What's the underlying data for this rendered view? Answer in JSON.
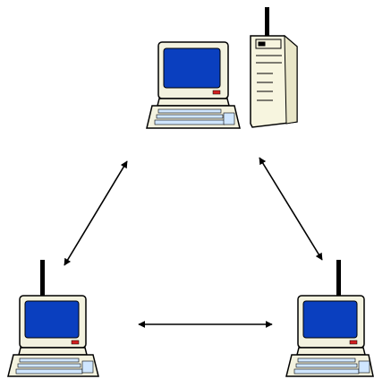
{
  "colors": {
    "background": "#ffffff",
    "screen_blue": "#0a3fbf",
    "monitor_body": "#f3f2df",
    "keyboard_body": "#f3f2df",
    "keycap_fill": "#cfe6ff",
    "outline": "#000000",
    "power_led": "#d32020",
    "tower_body": "#f7f5df"
  },
  "nodes": [
    {
      "id": "top-workstation",
      "type": "computer",
      "icon": "desktop-computer-icon"
    },
    {
      "id": "server-tower",
      "type": "server",
      "icon": "server-tower-icon"
    },
    {
      "id": "bottom-left-workstation",
      "type": "computer",
      "icon": "desktop-computer-icon"
    },
    {
      "id": "bottom-right-workstation",
      "type": "computer",
      "icon": "desktop-computer-icon"
    }
  ],
  "edges": [
    {
      "from": "top-workstation",
      "to": "bottom-left-workstation",
      "bidirectional": true
    },
    {
      "from": "server-tower",
      "to": "bottom-right-workstation",
      "bidirectional": true
    },
    {
      "from": "bottom-left-workstation",
      "to": "bottom-right-workstation",
      "bidirectional": true
    }
  ]
}
